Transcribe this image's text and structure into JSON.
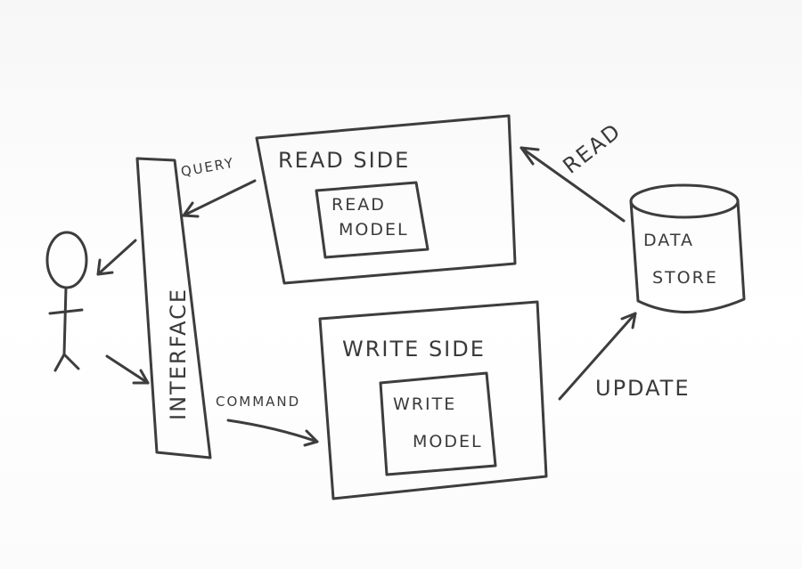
{
  "diagram": {
    "nodes": {
      "interface": {
        "label": "INTERFACE"
      },
      "read_side": {
        "label": "READ SIDE"
      },
      "read_model": {
        "line1": "READ",
        "line2": "MODEL"
      },
      "write_side": {
        "label": "WRITE SIDE"
      },
      "write_model": {
        "line1": "WRITE",
        "line2": "MODEL"
      },
      "data_store": {
        "line1": "DATA",
        "line2": "STORE"
      }
    },
    "edges": {
      "query": {
        "label": "QUERY",
        "from": "read_side",
        "to": "interface"
      },
      "command": {
        "label": "COMMAND",
        "from": "interface",
        "to": "write_side"
      },
      "read": {
        "label": "READ",
        "from": "data_store",
        "to": "read_side"
      },
      "update": {
        "label": "UPDATE",
        "from": "write_side",
        "to": "data_store"
      }
    }
  }
}
